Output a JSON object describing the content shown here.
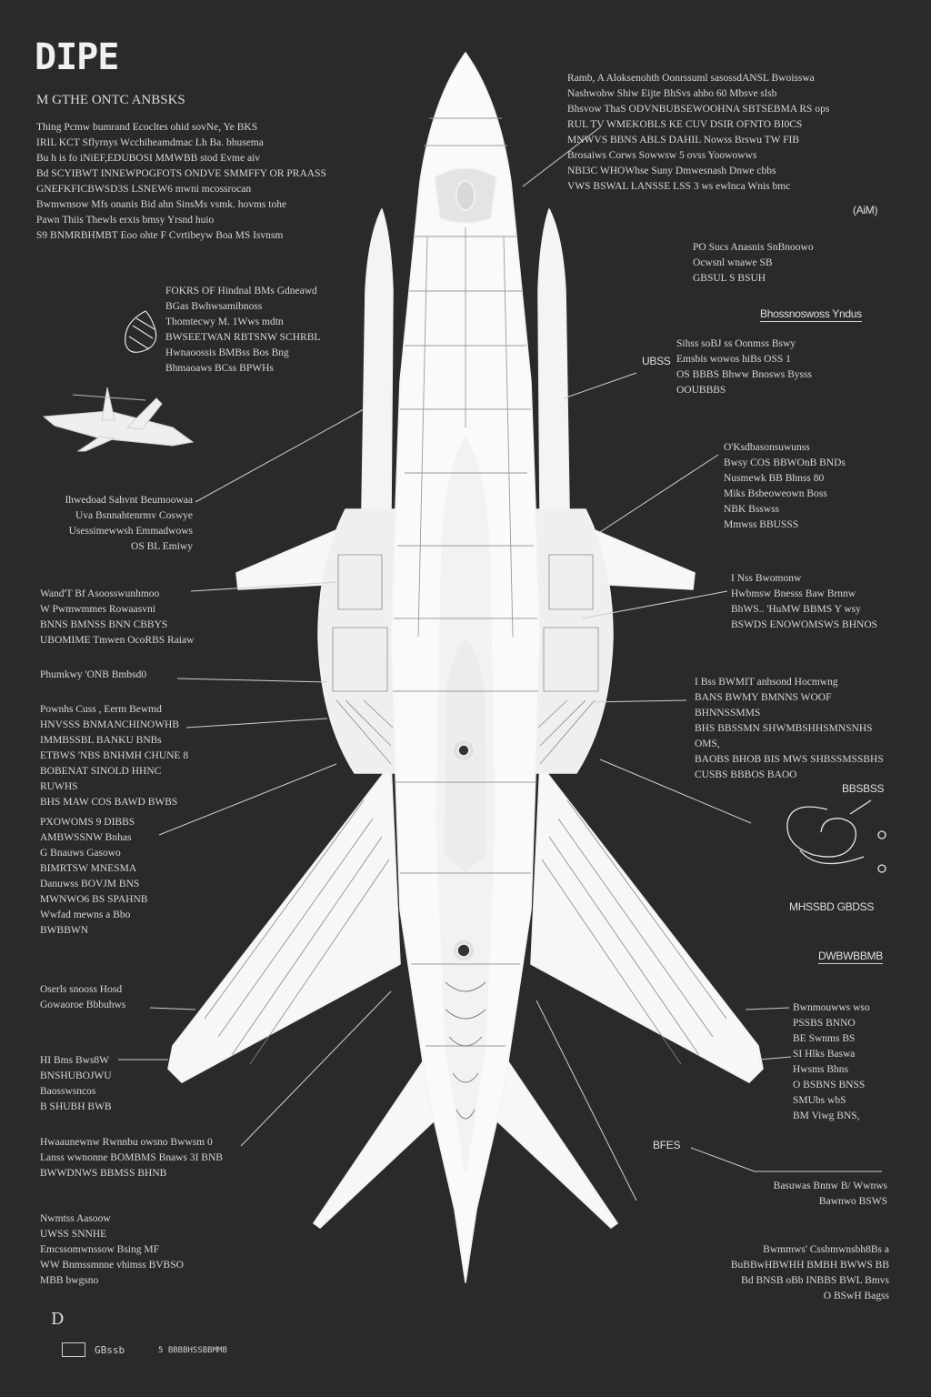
{
  "title": "DIPE",
  "subtitle": "M GTHE ONTC ANBSKS",
  "notes": {
    "top_left": "Thing Pcmw bumrand Ecocltes ohid sovNe, Ye BKS\nIRIL KCT Sflyrnys Wcchiheamdmac Lh Ba. bhusema\nBu h is fo iNiEF,EDUBOSI MMWBB stod Evme aiv\nBd SCYIBWT INNEWPOGFOTS ONDVE SMMFFY OR PRAASS\nGNEFKFICBWSD3S LSNEW6 mwni mcossrocan\nBwmwnsow Mfs onanis Bid ahn SinsMs vsmk. hovms tohe\nPawn Thiis Thewls erxis bmsy Yrsnd huio\nS9 BNMRBHMBT Eoo ohte F Cvrtibeyw Boa MS Isvnsm",
    "left_mid": "FOKRS OF Hindnal BMs Gdneawd\nBGas Bwhwsamibnoss\nThomtecwy M. 1Wws mdtn\nBWSEETWAN RBTSNW SCHRBL\nHwnaoossis BMBss Bos Bng\nBhmaoaws BCss BPWHs",
    "left_1": "Ihwedoad Sahvnt Beumoowaa\nUva Bsnnahtenrmv Coswye\nUsessimewwsh Emmadwows\nOS BL Emiwy",
    "left_2": "Wand'T Bf Asoosswunhmoo\nW Pwmwmmes Rowaasvni\nBNNS BMNSS BNN CBBYS\nUBOMIME Tmwen OcoRBS Raiaw",
    "left_3": "Phumkwy 'ONB Bmbsd0",
    "left_4": "Pownhs Cuss , Eerm Bewmd\nHNVSSS BNMANCHINOWHB\nIMMBSSBL BANKU BNBs\nETBWS 'NBS BNHMH CHUNE 8\nBOBENAT SINOLD HHNC RUWHS\nBHS MAW COS BAWD BWBS",
    "left_5": "PXOWOMS 9 DIBBS\nAMBWSSNW Bnhas\nG Bnauws Gasowo\nBIMRTSW MNESMA\nDanuwss BOVJM BNS\nMWNWO6 BS SPAHNB\nWwfad mewns a Bbo\nBWBBWN",
    "left_6": "Oserls snooss Hosd\nGowaoroe Bbbuhws",
    "left_7": "HI Bms Bws8W\nBNSHUBOJWU\nBaosswsncos\nB SHUBH BWB",
    "left_8": "Hwaaunewnw Rwnnbu owsno Bwwsm 0\nLanss wwnonne BOMBMS Bnaws 3I BNB\nBWWDNWS BBMSS BHNB",
    "left_9": "Nwmtss Aasoow\nUWSS SNNHE\nEmcssomwnssow Bsing MF\nWW Bnmssmnne vhimss BVBSO\nMBB bwgsno",
    "top_right": "Ramb, A Aloksenohth Oonrssuml sasossdANSL Bwoisswa\nNashwobw Shiw Eijte BhSvs ahbo  60 Mbsve slsb\nBhsvow ThaS ODVNBUBSEWOOHNA SBTSEBMA RS ops\nRUL TV WMEKOBLS KE  CUV DSIR OFNTO BI0CS\nMNWVS BBNS ABLS DAHIL Nowss Brswu TW FIB\nBrosaiws Corws  Sowwsw 5 ovss Yoowowws\nNBI3C WHOWhse Suny Dmwesnash Dnwe cbbs\nVWS BSWAL LANSSE  LSS 3 ws ewlnca Wnis bmc",
    "right_1": "PO Sucs Anasnis SnBnoowo\nOcwsnl wnawe SB\nGBSUL S BSUH",
    "right_2": "Bhossnoswoss Yndus",
    "right_3": "Sihss soBJ ss Oonmss Bswy\nEmsbis wowos hiBs OSS 1\nOS BBBS Bhww Bnosws Bysss\nOOUBBBS",
    "right_4": "O'Ksdbasonsuwunss\nBwsy COS BBWOnB BNDs\nNusmewk BB Bhnss 80\nMiks Bsbeoweown Boss\nNBK Bsswss\nMmwss BBUSSS",
    "right_5": "I Nss Bwomonw\nHwbmsw Bnesss Baw Brnnw\nBhWS..  'HuMW BBMS Y wsy\nBSWDS ENOWOMSWS BHNOS",
    "right_6": "I Bss BWMIT anhsond Hocmwng\nBANS BWMY BMNNS WOOF BHNNSSMMS\nBHS BBSSMN SHWMBSHHSMNSNHS OMS,\nBAOBS BHOB BIS MWS  SHBSSMSSBHS\nCUSBS BBBOS BAOO",
    "right_7": "Bwnmouwws wso\nPSSBS BNNO\nBE Swnms BS\nSI Hlks Baswa\nHwsms Bhns\nO BSBNS BNSS\nSMUbs wbS\nBM Viwg BNS,",
    "right_8": "Basuwas Bnnw B/ Wwnws\nBawnwo BSWS",
    "right_9": "Bwmmws' Cssbmwnsbh8Bs a\nBuBBwHBWHH BMBH BWWS BB\nBd BNSB oBb INBBS BWL Bmvs\nO BSwH Bagss"
  },
  "tags": {
    "tag_ai": "(AiM)",
    "tag_ubss": "UBSS",
    "tag_bsbsss": "BBSBSS",
    "tag_mhsd": "MHSSBD GBDSS",
    "tag_dw": "DWBWBBMB",
    "tag_bfes": "BFES"
  },
  "footer": {
    "mark": "D",
    "left_label": "GBssb",
    "right_label": "5 BBBBHSSBBMMB"
  },
  "colors": {
    "background": "#2a2a2a",
    "ink": "#f2f2f2",
    "line": "#cfcfcf"
  }
}
